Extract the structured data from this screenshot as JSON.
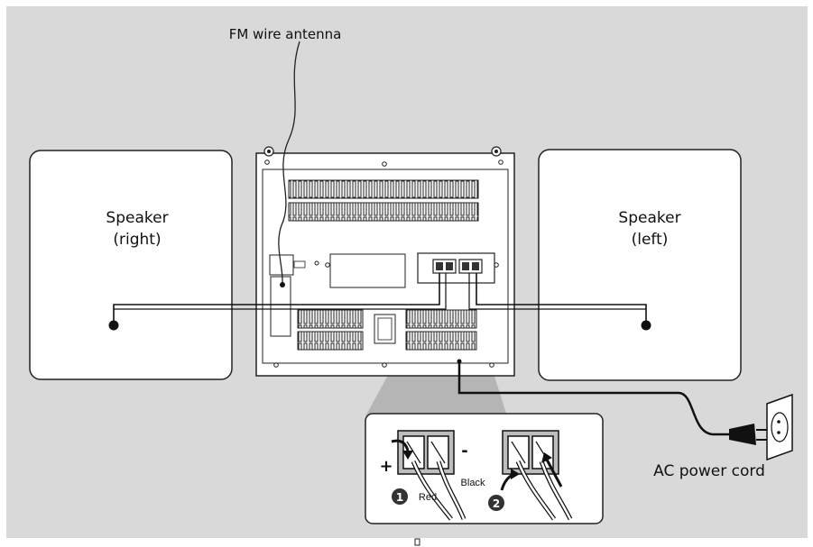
{
  "labels": {
    "fm_antenna": "FM wire antenna",
    "speaker_right_line1": "Speaker",
    "speaker_right_line2": "(right)",
    "speaker_left_line1": "Speaker",
    "speaker_left_line2": "(left)",
    "ac_power_cord": "AC power cord",
    "plus": "+",
    "minus": "-",
    "red": "Red",
    "black": "Black",
    "step1": "1",
    "step2": "2"
  },
  "colors": {
    "background": "#d9d9d9",
    "panel": "#ffffff",
    "line": "#222222",
    "beam": "#b5b5b5"
  }
}
